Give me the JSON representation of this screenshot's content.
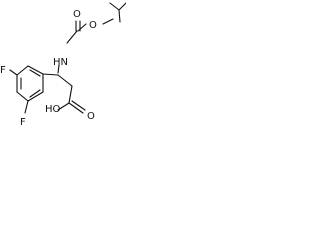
{
  "molecule": {
    "atoms": {
      "oxygen_ester_right": "O",
      "oxygen_carbonyl": "O",
      "nitrogen_amide": "HN",
      "fluorine_top": "F",
      "fluorine_bottom": "F",
      "hydroxyl": "HO",
      "oxygen_acid_carbonyl": "O"
    },
    "colors": {
      "ink": "#111111",
      "background": "#ffffff"
    }
  }
}
